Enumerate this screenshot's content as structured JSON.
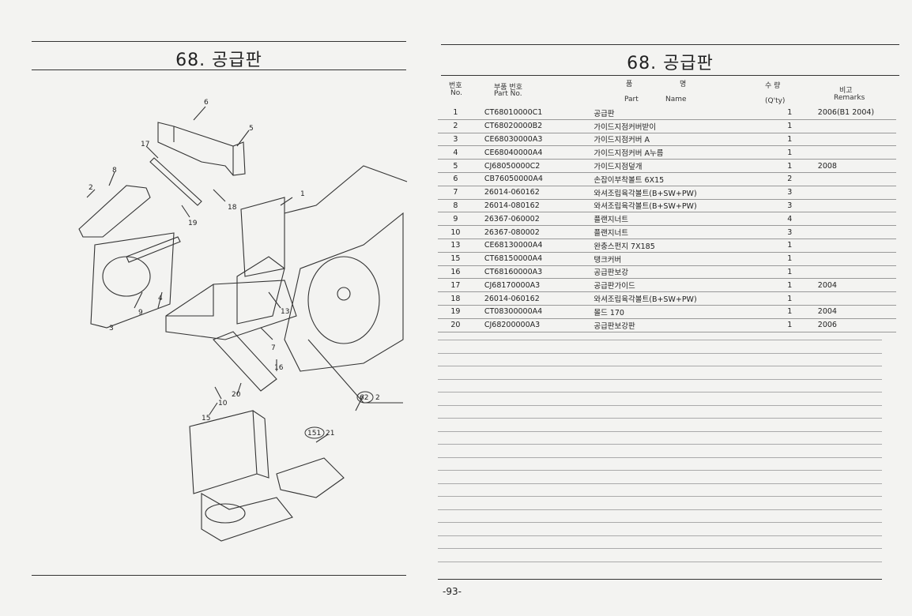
{
  "left_page": {
    "title": "68. 공급판",
    "callouts": [
      "6",
      "5",
      "17",
      "8",
      "2",
      "1",
      "18",
      "19",
      "4",
      "9",
      "13",
      "3",
      "7",
      "16",
      "20",
      "10",
      "15"
    ],
    "ref_callouts": [
      {
        "ring": "62",
        "suffix": "2"
      },
      {
        "ring": "151",
        "suffix": "21"
      }
    ]
  },
  "right_page": {
    "title": "68. 공급판",
    "headers": {
      "no_ko": "번호",
      "no_en": "No.",
      "part_no_ko": "부품 번호",
      "part_no_en": "Part No.",
      "name_ko_1": "품",
      "name_ko_2": "명",
      "name_en_1": "Part",
      "name_en_2": "Name",
      "qty_ko": "수 량",
      "qty_en": "(Q'ty)",
      "remarks_ko": "비고",
      "remarks_en": "Remarks"
    },
    "rows": [
      {
        "no": "1",
        "part_no": "CT68010000C1",
        "name": "공급판",
        "qty": "1",
        "remarks": "2006(B1 2004)"
      },
      {
        "no": "2",
        "part_no": "CT68020000B2",
        "name": "가이드지점커버받이",
        "qty": "1",
        "remarks": ""
      },
      {
        "no": "3",
        "part_no": "CE68030000A3",
        "name": "가이드지점커버 A",
        "qty": "1",
        "remarks": ""
      },
      {
        "no": "4",
        "part_no": "CE68040000A4",
        "name": "가이드지점커버 A누름",
        "qty": "1",
        "remarks": ""
      },
      {
        "no": "5",
        "part_no": "CJ68050000C2",
        "name": "가이드지점덮개",
        "qty": "1",
        "remarks": "2008"
      },
      {
        "no": "6",
        "part_no": "CB76050000A4",
        "name": "손잡이부착볼트 6X15",
        "qty": "2",
        "remarks": ""
      },
      {
        "no": "7",
        "part_no": "26014-060162",
        "name": "와셔조립육각볼트(B+SW+PW)",
        "qty": "3",
        "remarks": ""
      },
      {
        "no": "8",
        "part_no": "26014-080162",
        "name": "와셔조립육각볼트(B+SW+PW)",
        "qty": "3",
        "remarks": ""
      },
      {
        "no": "9",
        "part_no": "26367-060002",
        "name": "플랜지너트",
        "qty": "4",
        "remarks": ""
      },
      {
        "no": "10",
        "part_no": "26367-080002",
        "name": "플랜지너트",
        "qty": "3",
        "remarks": ""
      },
      {
        "no": "13",
        "part_no": "CE68130000A4",
        "name": "완충스펀지 7X185",
        "qty": "1",
        "remarks": ""
      },
      {
        "no": "15",
        "part_no": "CT68150000A4",
        "name": "탱크커버",
        "qty": "1",
        "remarks": ""
      },
      {
        "no": "16",
        "part_no": "CT68160000A3",
        "name": "공급판보강",
        "qty": "1",
        "remarks": ""
      },
      {
        "no": "17",
        "part_no": "CJ68170000A3",
        "name": "공급판가이드",
        "qty": "1",
        "remarks": "2004"
      },
      {
        "no": "18",
        "part_no": "26014-060162",
        "name": "와셔조립육각볼트(B+SW+PW)",
        "qty": "1",
        "remarks": ""
      },
      {
        "no": "19",
        "part_no": "CT08300000A4",
        "name": "몰드 170",
        "qty": "1",
        "remarks": "2004"
      },
      {
        "no": "20",
        "part_no": "CJ68200000A3",
        "name": "공급판보강판",
        "qty": "1",
        "remarks": "2006"
      }
    ],
    "page_number": "-93-"
  }
}
